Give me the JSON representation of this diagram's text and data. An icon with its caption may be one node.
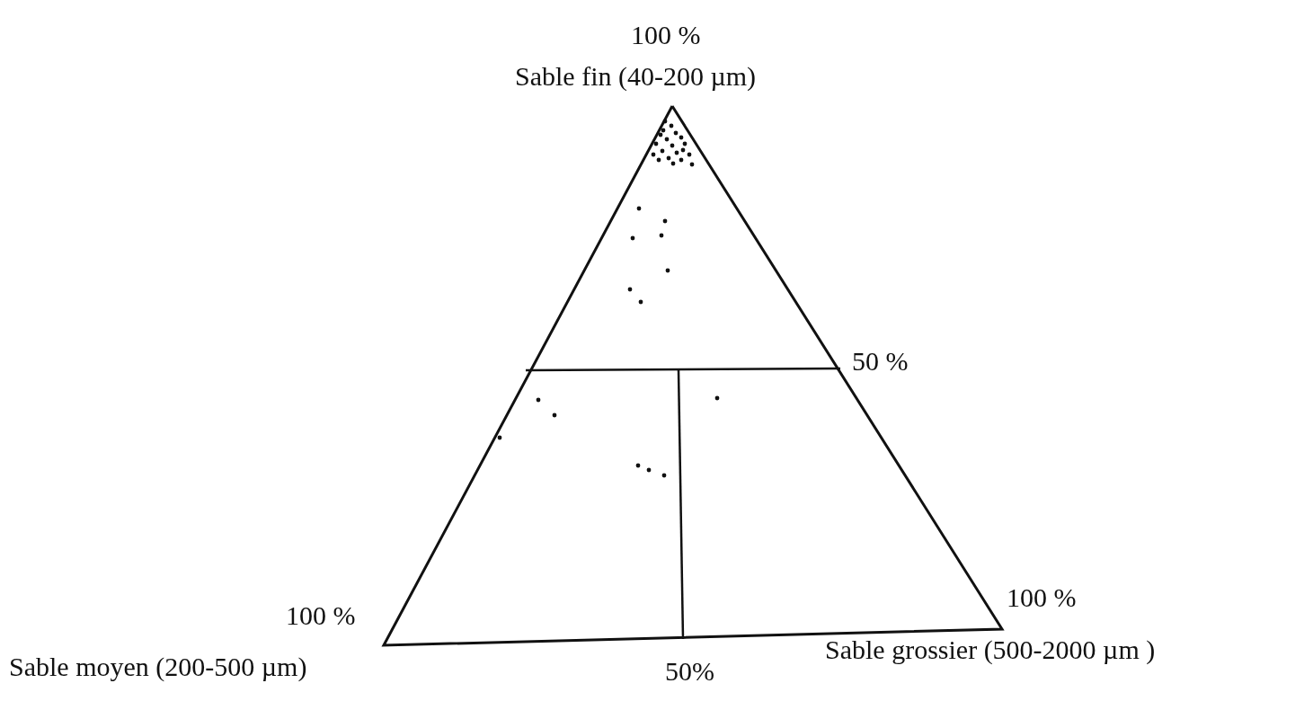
{
  "diagram": {
    "labels": [
      "100 %",
      "Sable fin (40-200 µm)",
      "50 %",
      "100 %",
      "100 %",
      "Sable grossier (500-2000 µm )",
      "Sable moyen (200-500 µm)",
      "50%"
    ]
  }
}
